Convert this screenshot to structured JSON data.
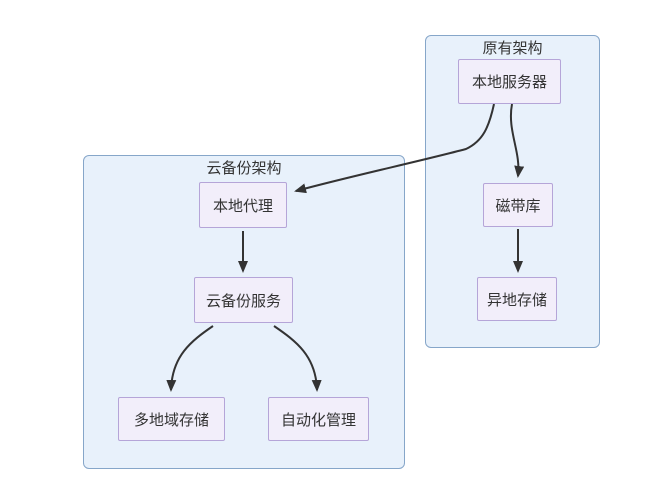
{
  "diagram": {
    "type": "flowchart",
    "containers": [
      {
        "id": "original-architecture",
        "label": "原有架构"
      },
      {
        "id": "cloud-backup-architecture",
        "label": "云备份架构"
      }
    ],
    "nodes": [
      {
        "id": "local-server",
        "label": "本地服务器",
        "container": "原有架构"
      },
      {
        "id": "tape-library",
        "label": "磁带库",
        "container": "原有架构"
      },
      {
        "id": "offsite-storage",
        "label": "异地存储",
        "container": "原有架构"
      },
      {
        "id": "local-agent",
        "label": "本地代理",
        "container": "云备份架构"
      },
      {
        "id": "cloud-backup-service",
        "label": "云备份服务",
        "container": "云备份架构"
      },
      {
        "id": "multi-region-storage",
        "label": "多地域存储",
        "container": "云备份架构"
      },
      {
        "id": "automation-management",
        "label": "自动化管理",
        "container": "云备份架构"
      }
    ],
    "edges": [
      {
        "from": "local-server",
        "to": "local-agent"
      },
      {
        "from": "local-server",
        "to": "tape-library"
      },
      {
        "from": "tape-library",
        "to": "offsite-storage"
      },
      {
        "from": "local-agent",
        "to": "cloud-backup-service"
      },
      {
        "from": "cloud-backup-service",
        "to": "multi-region-storage"
      },
      {
        "from": "cloud-backup-service",
        "to": "automation-management"
      }
    ],
    "colors": {
      "background": "#ffffff",
      "container_fill": "#e8f1fb",
      "container_border": "#86a6c9",
      "node_fill": "#f2eefa",
      "node_border": "#b5a5d8",
      "edge": "#333333",
      "text": "#333333"
    }
  }
}
